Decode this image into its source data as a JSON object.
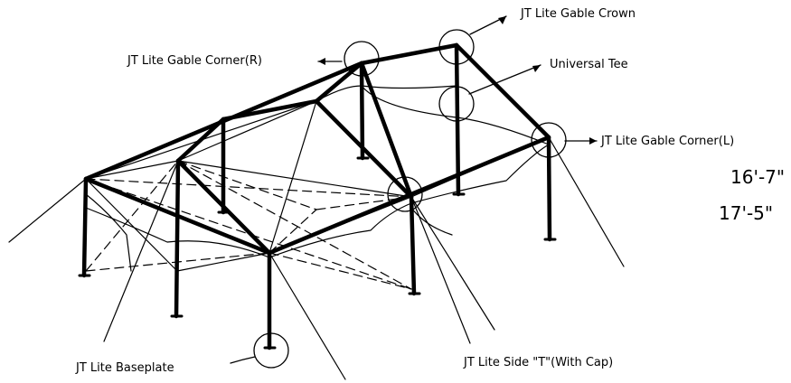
{
  "labels": {
    "gable_crown": "JT Lite Gable Crown",
    "gable_corner_r": "JT Lite Gable Corner(R)",
    "universal_tee": "Universal Tee",
    "gable_corner_l": "JT Lite Gable Corner(L)",
    "baseplate": "JT Lite Baseplate",
    "side_t": "JT Lite Side \"T\"(With Cap)"
  },
  "dimensions": {
    "first": "16'-7\"",
    "second": "17'-5\""
  }
}
